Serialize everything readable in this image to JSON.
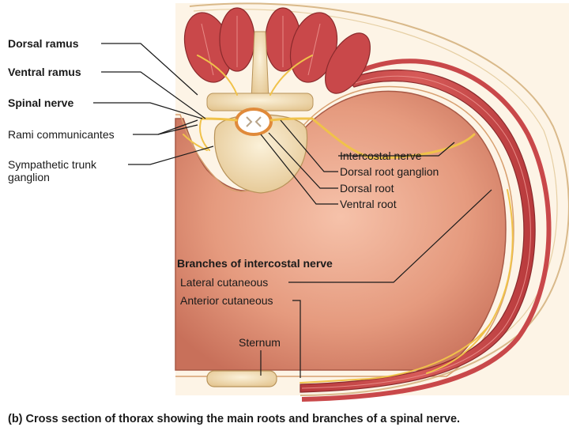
{
  "labels_left": {
    "dorsal_ramus": "Dorsal ramus",
    "ventral_ramus": "Ventral ramus",
    "spinal_nerve": "Spinal nerve",
    "rami_communicantes": "Rami communicantes",
    "sympathetic_trunk_line1": "Sympathetic trunk",
    "sympathetic_trunk_line2": "ganglion"
  },
  "labels_right": {
    "intercostal_nerve": "Intercostal nerve",
    "dorsal_root_ganglion": "Dorsal root ganglion",
    "dorsal_root": "Dorsal root",
    "ventral_root": "Ventral root"
  },
  "branches": {
    "heading": "Branches of intercostal nerve",
    "lateral_cutaneous": "Lateral cutaneous",
    "anterior_cutaneous": "Anterior cutaneous"
  },
  "sternum_label": "Sternum",
  "caption": "(b) Cross section of thorax showing the main roots and branches of a spinal nerve.",
  "colors": {
    "lung": "#e59a7e",
    "muscle": "#c9484a",
    "nerve": "#f0c24a",
    "bone": "#f3dcb0"
  }
}
